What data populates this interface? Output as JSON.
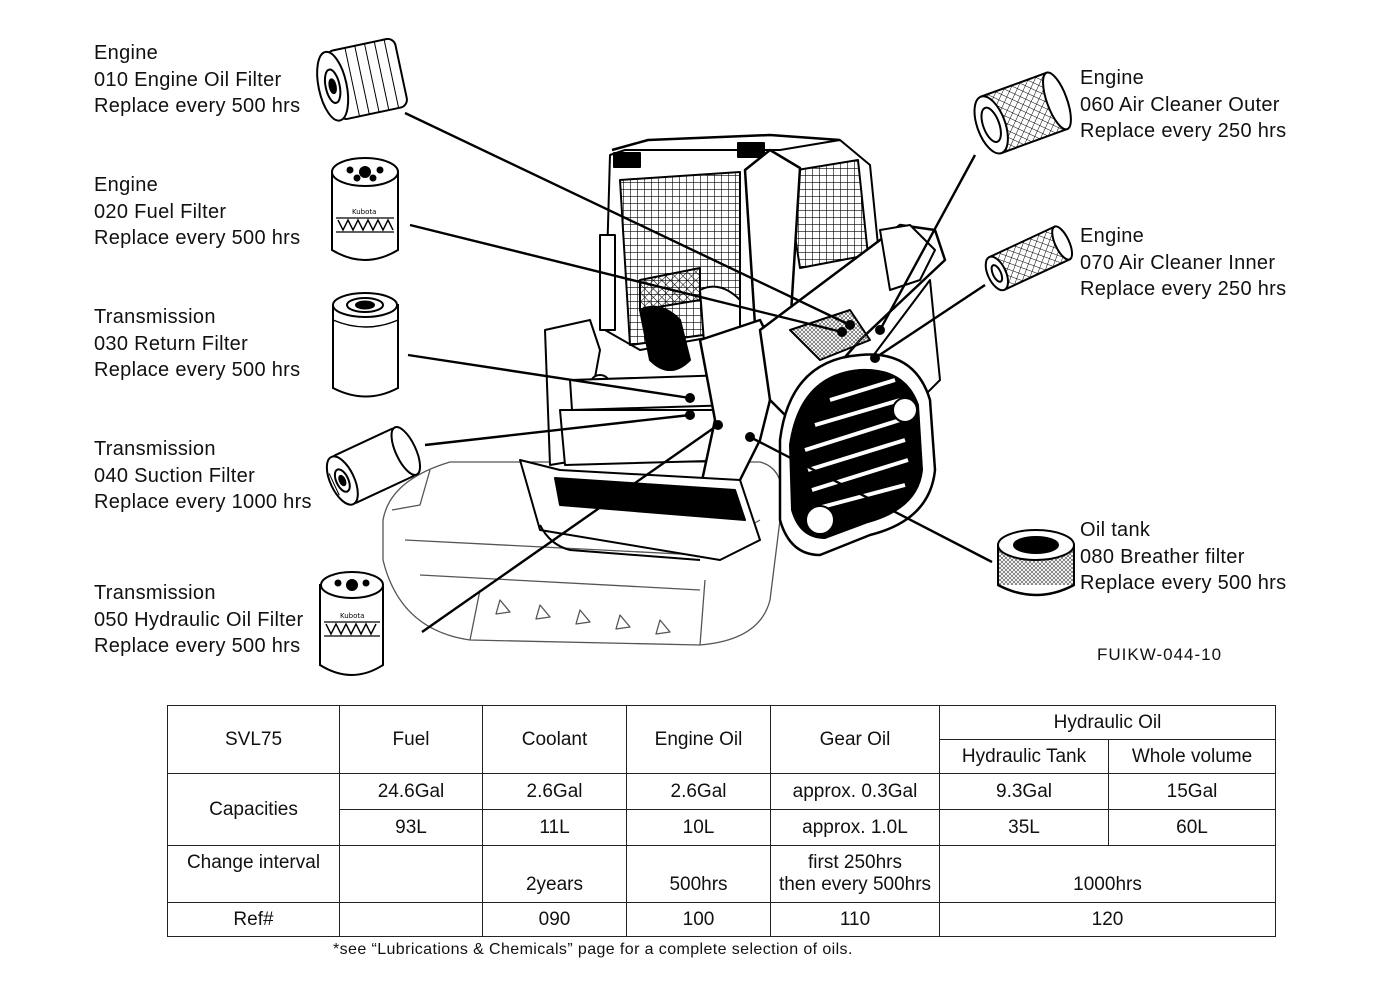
{
  "callouts": {
    "c010": {
      "line1": "Engine",
      "line2": "010  Engine  Oil  Filter",
      "line3": "Replace  every  500  hrs"
    },
    "c020": {
      "line1": "Engine",
      "line2": "020  Fuel  Filter",
      "line3": "Replace  every  500  hrs"
    },
    "c030": {
      "line1": "Transmission",
      "line2": "030  Return  Filter",
      "line3": "Replace  every  500  hrs"
    },
    "c040": {
      "line1": "Transmission",
      "line2": "040  Suction  Filter",
      "line3": "Replace  every  1000  hrs"
    },
    "c050": {
      "line1": "Transmission",
      "line2": "050  Hydraulic  Oil  Filter",
      "line3": "Replace  every  500  hrs"
    },
    "c060": {
      "line1": "Engine",
      "line2": "060  Air  Cleaner  Outer",
      "line3": "Replace  every  250  hrs"
    },
    "c070": {
      "line1": "Engine",
      "line2": "070  Air  Cleaner  Inner",
      "line3": "Replace  every  250  hrs"
    },
    "c080": {
      "line1": "Oil  tank",
      "line2": "080  Breather  filter",
      "line3": "Replace  every  500  hrs"
    }
  },
  "figure_code": "FUIKW-044-10",
  "filter_brand": "Kubota",
  "table": {
    "model": "SVL75",
    "headers": {
      "fuel": "Fuel",
      "coolant": "Coolant",
      "engine_oil": "Engine  Oil",
      "gear_oil": "Gear  Oil",
      "hydraulic_oil": "Hydraulic  Oil",
      "hydraulic_tank": "Hydraulic  Tank",
      "whole_volume": "Whole  volume"
    },
    "capacities_label": "Capacities",
    "capacities_gal": {
      "fuel": "24.6Gal",
      "coolant": "2.6Gal",
      "engine_oil": "2.6Gal",
      "gear_oil": "approx.  0.3Gal",
      "hydraulic_tank": "9.3Gal",
      "whole_volume": "15Gal"
    },
    "capacities_l": {
      "fuel": "93L",
      "coolant": "11L",
      "engine_oil": "10L",
      "gear_oil": "approx.  1.0L",
      "hydraulic_tank": "35L",
      "whole_volume": "60L"
    },
    "change_interval_label": "Change  interval",
    "change_interval": {
      "fuel": "",
      "coolant": "2years",
      "engine_oil": "500hrs",
      "gear_oil_line1": "first  250hrs",
      "gear_oil_line2": "then  every  500hrs",
      "hydraulic": "1000hrs"
    },
    "ref_label": "Ref#",
    "ref": {
      "fuel": "",
      "coolant": "090",
      "engine_oil": "100",
      "gear_oil": "110",
      "hydraulic": "120"
    }
  },
  "footnote": "*see  “Lubrications & Chemicals”  page for a complete selection of oils."
}
